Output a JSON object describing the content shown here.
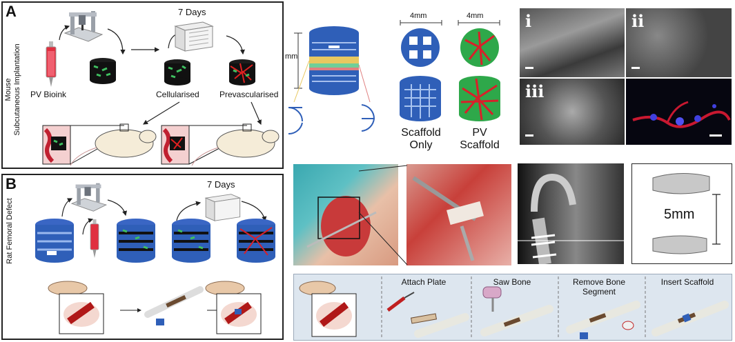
{
  "panelA": {
    "letter": "A",
    "day_label": "7 Days",
    "bioink": "PV Bioink",
    "cellularised": "Cellularised",
    "prevascularised": "Prevascularised",
    "side_label_1": "Mouse",
    "side_label_2": "Subcutaneous Implantation"
  },
  "scaffold": {
    "height_label": "mm",
    "width1": "4mm",
    "width2": "4mm",
    "caption1_line1": "Scaffold",
    "caption1_line2": "Only",
    "caption2_line1": "PV",
    "caption2_line2": "Scaffold"
  },
  "sem": {
    "i": "i",
    "ii": "ii",
    "iii": "iii"
  },
  "panelB": {
    "letter": "B",
    "day_label": "7 Days",
    "side_label": "Rat Femoral Defect"
  },
  "ct": {
    "scale_label": "5mm"
  },
  "steps": {
    "s1": "Attach Plate",
    "s2": "Saw Bone",
    "s3_line1": "Remove Bone",
    "s3_line2": "Segment",
    "s4": "Insert Scaffold"
  },
  "colors": {
    "scaffold_blue": "#2f5fb8",
    "pv_green": "#2ea84a",
    "vessel_red": "#d8202a",
    "step_bg": "#dde6ef"
  }
}
